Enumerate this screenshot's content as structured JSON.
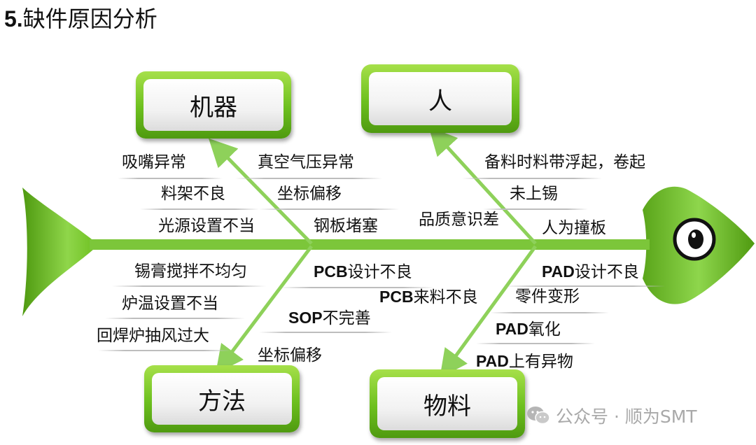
{
  "title": {
    "number": "5.",
    "text": "缺件原因分析"
  },
  "categories": {
    "machine": "机器",
    "people": "人",
    "method": "方法",
    "material": "物料"
  },
  "causes": {
    "machine": [
      "吸嘴异常",
      "料架不良",
      "光源设置不当",
      "真空气压异常",
      "坐标偏移",
      "钢板堵塞"
    ],
    "people": [
      "备料时料带浮起，卷起",
      "未上锡",
      "品质意识差",
      "人为撞板"
    ],
    "method": [
      "锡膏搅拌不均匀",
      "炉温设置不当",
      "回焊炉抽风过大",
      "坐标偏移"
    ],
    "method_en": [
      {
        "en": "PCB",
        "zh": "设计不良"
      },
      {
        "en": "SOP",
        "zh": "不完善"
      }
    ],
    "material": [
      "零件变形"
    ],
    "material_en": [
      {
        "en": "PAD",
        "zh": "设计不良"
      },
      {
        "en": "PCB",
        "zh": "来料不良"
      },
      {
        "en": "PAD",
        "zh": "氧化"
      },
      {
        "en": "PAD",
        "zh": "上有异物"
      }
    ]
  },
  "watermark": "公众号 · 顺为SMT",
  "colors": {
    "accent": "#7ac943",
    "arrow": "#8ed15a",
    "spine": "#7cc63a"
  }
}
